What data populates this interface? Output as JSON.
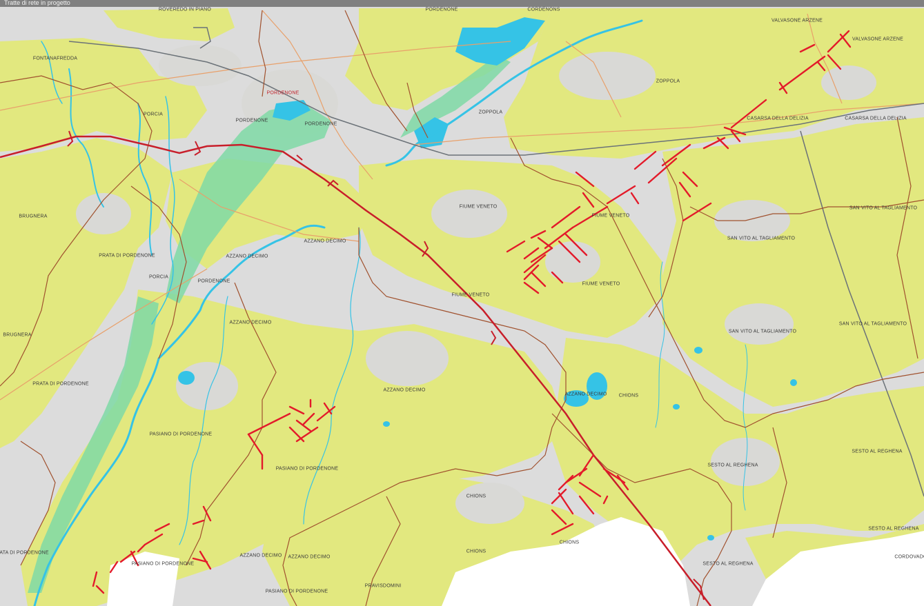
{
  "header": {
    "title": "Tratte di rete in progetto"
  },
  "colors": {
    "land": "#e2e87f",
    "urban": "#dcdcdc",
    "water": "#35c3e6",
    "wetland": "#7fd9a6",
    "boundary": "#a0512e",
    "road": "#e8a06a",
    "railway": "#6b7278",
    "network": "#e31a2a",
    "highway": "#c81e2a"
  },
  "labels": [
    {
      "text": "ROVEREDO IN PIANO"
    },
    {
      "text": "PORDENONE"
    },
    {
      "text": "CORDENONS"
    },
    {
      "text": "FONTANAFREDDA"
    },
    {
      "text": "VALVASONE ARZENE"
    },
    {
      "text": "VALVASONE ARZENE"
    },
    {
      "text": "ZOPPOLA"
    },
    {
      "text": "PORDENONE",
      "style": "red"
    },
    {
      "text": "PORCIA"
    },
    {
      "text": "PORDENONE"
    },
    {
      "text": "PORDENONE"
    },
    {
      "text": "ZOPPOLA"
    },
    {
      "text": "CASARSA DELLA DELIZIA"
    },
    {
      "text": "CASARSA DELLA DELIZIA"
    },
    {
      "text": "FIUME VENETO"
    },
    {
      "text": "FIUME VENETO"
    },
    {
      "text": "BRUGNERA"
    },
    {
      "text": "SAN VITO AL TAGLIAMENTO"
    },
    {
      "text": "AZZANO DECIMO"
    },
    {
      "text": "SAN VITO AL TAGLIAMENTO"
    },
    {
      "text": "AZZANO DECIMO"
    },
    {
      "text": "PRATA DI PORDENONE"
    },
    {
      "text": "PORCIA"
    },
    {
      "text": "PORDENONE"
    },
    {
      "text": "FIUME VENETO"
    },
    {
      "text": "FIUME VENETO"
    },
    {
      "text": "AZZANO DECIMO"
    },
    {
      "text": "BRUGNERA"
    },
    {
      "text": "SAN VITO AL TAGLIAMENTO"
    },
    {
      "text": "SAN VITO AL TAGLIAMENTO"
    },
    {
      "text": "PRATA DI PORDENONE"
    },
    {
      "text": "AZZANO DECIMO"
    },
    {
      "text": "AZZANO DECIMO"
    },
    {
      "text": "CHIONS"
    },
    {
      "text": "PASIANO DI PORDENONE"
    },
    {
      "text": "SESTO AL REGHENA"
    },
    {
      "text": "SESTO AL REGHENA"
    },
    {
      "text": "PASIANO DI PORDENONE"
    },
    {
      "text": "CHIONS"
    },
    {
      "text": "SESTO AL REGHENA"
    },
    {
      "text": "CHIONS"
    },
    {
      "text": "PRATA DI PORDENONE"
    },
    {
      "text": "AZZANO DECIMO"
    },
    {
      "text": "AZZANO DECIMO"
    },
    {
      "text": "CHIONS"
    },
    {
      "text": "PASIANO DI PORDENONE"
    },
    {
      "text": "SESTO AL REGHENA"
    },
    {
      "text": "CORDOVADO"
    },
    {
      "text": "PASIANO DI PORDENONE"
    },
    {
      "text": "PRAVISDOMINI"
    }
  ]
}
